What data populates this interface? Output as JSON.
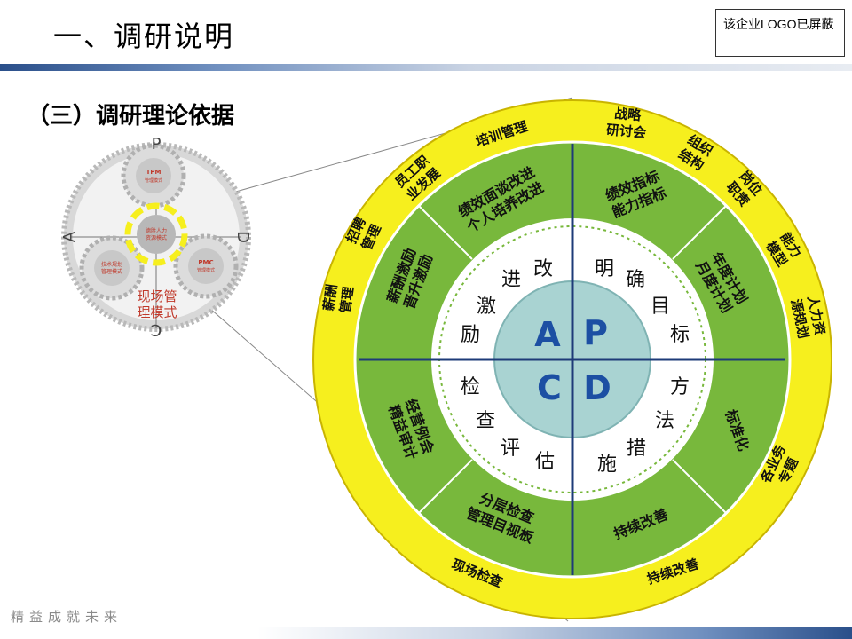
{
  "header": {
    "title": "一、调研说明",
    "logo_note": "该企业LOGO已屏蔽"
  },
  "subtitle": "（三）调研理论依据",
  "thumbnail": {
    "letters": {
      "p": "P",
      "a": "A",
      "d": "D",
      "c": "C"
    },
    "gear_tpm": "TPM",
    "gear_tpm_sub": "管理模式",
    "gear_center_1": "德胜人力",
    "gear_center_2": "资源模式",
    "gear_tech_1": "技术规划",
    "gear_tech_2": "管理模式",
    "gear_pmc": "PMC",
    "gear_pmc_sub": "管理模式",
    "site_mode_1": "现场管",
    "site_mode_2": "理模式"
  },
  "pdca": {
    "center": {
      "p": "P",
      "d": "D",
      "c": "C",
      "a": "A"
    },
    "p_chars": [
      "明",
      "确",
      "目",
      "标"
    ],
    "d_chars": [
      "方",
      "法",
      "措",
      "施"
    ],
    "c_chars": [
      "检",
      "查",
      "评",
      "估"
    ],
    "a_chars": [
      "改",
      "进",
      "激",
      "励"
    ],
    "green": {
      "perf_1": "绩效指标",
      "perf_2": "能力指标",
      "annual_1": "年度计划",
      "annual_2": "月度计划",
      "standard": "标准化",
      "continuous": "持续改善",
      "layered_1": "分层检查",
      "layered_2": "管理目视板",
      "operation_1": "经营例会",
      "operation_2": "精益审计",
      "salary_1": "薪酬激励",
      "salary_2": "晋升激励",
      "review_1": "绩效面谈改进",
      "review_2": "个人培养改进"
    },
    "yellow": {
      "strategy_1": "战略",
      "strategy_2": "研讨会",
      "org_1": "组织",
      "org_2": "结构",
      "post_1": "岗位",
      "post_2": "职责",
      "ability_1": "能力",
      "ability_2": "模型",
      "hr_1": "人力资",
      "hr_2": "源规划",
      "topics_1": "各业务",
      "topics_2": "专题",
      "continuous": "持续改善",
      "onsite": "现场检查",
      "salary_1": "薪酬",
      "salary_2": "管理",
      "recruit_1": "招聘",
      "recruit_2": "管理",
      "career_1": "员工职",
      "career_2": "业发展",
      "training": "培训管理"
    }
  },
  "footer": "精益成就未来",
  "colors": {
    "yellow": "#f6ef1e",
    "green": "#78b83c",
    "center": "#a9d3d2",
    "letters": "#1c4fa3",
    "divider": "#1e3b78"
  }
}
